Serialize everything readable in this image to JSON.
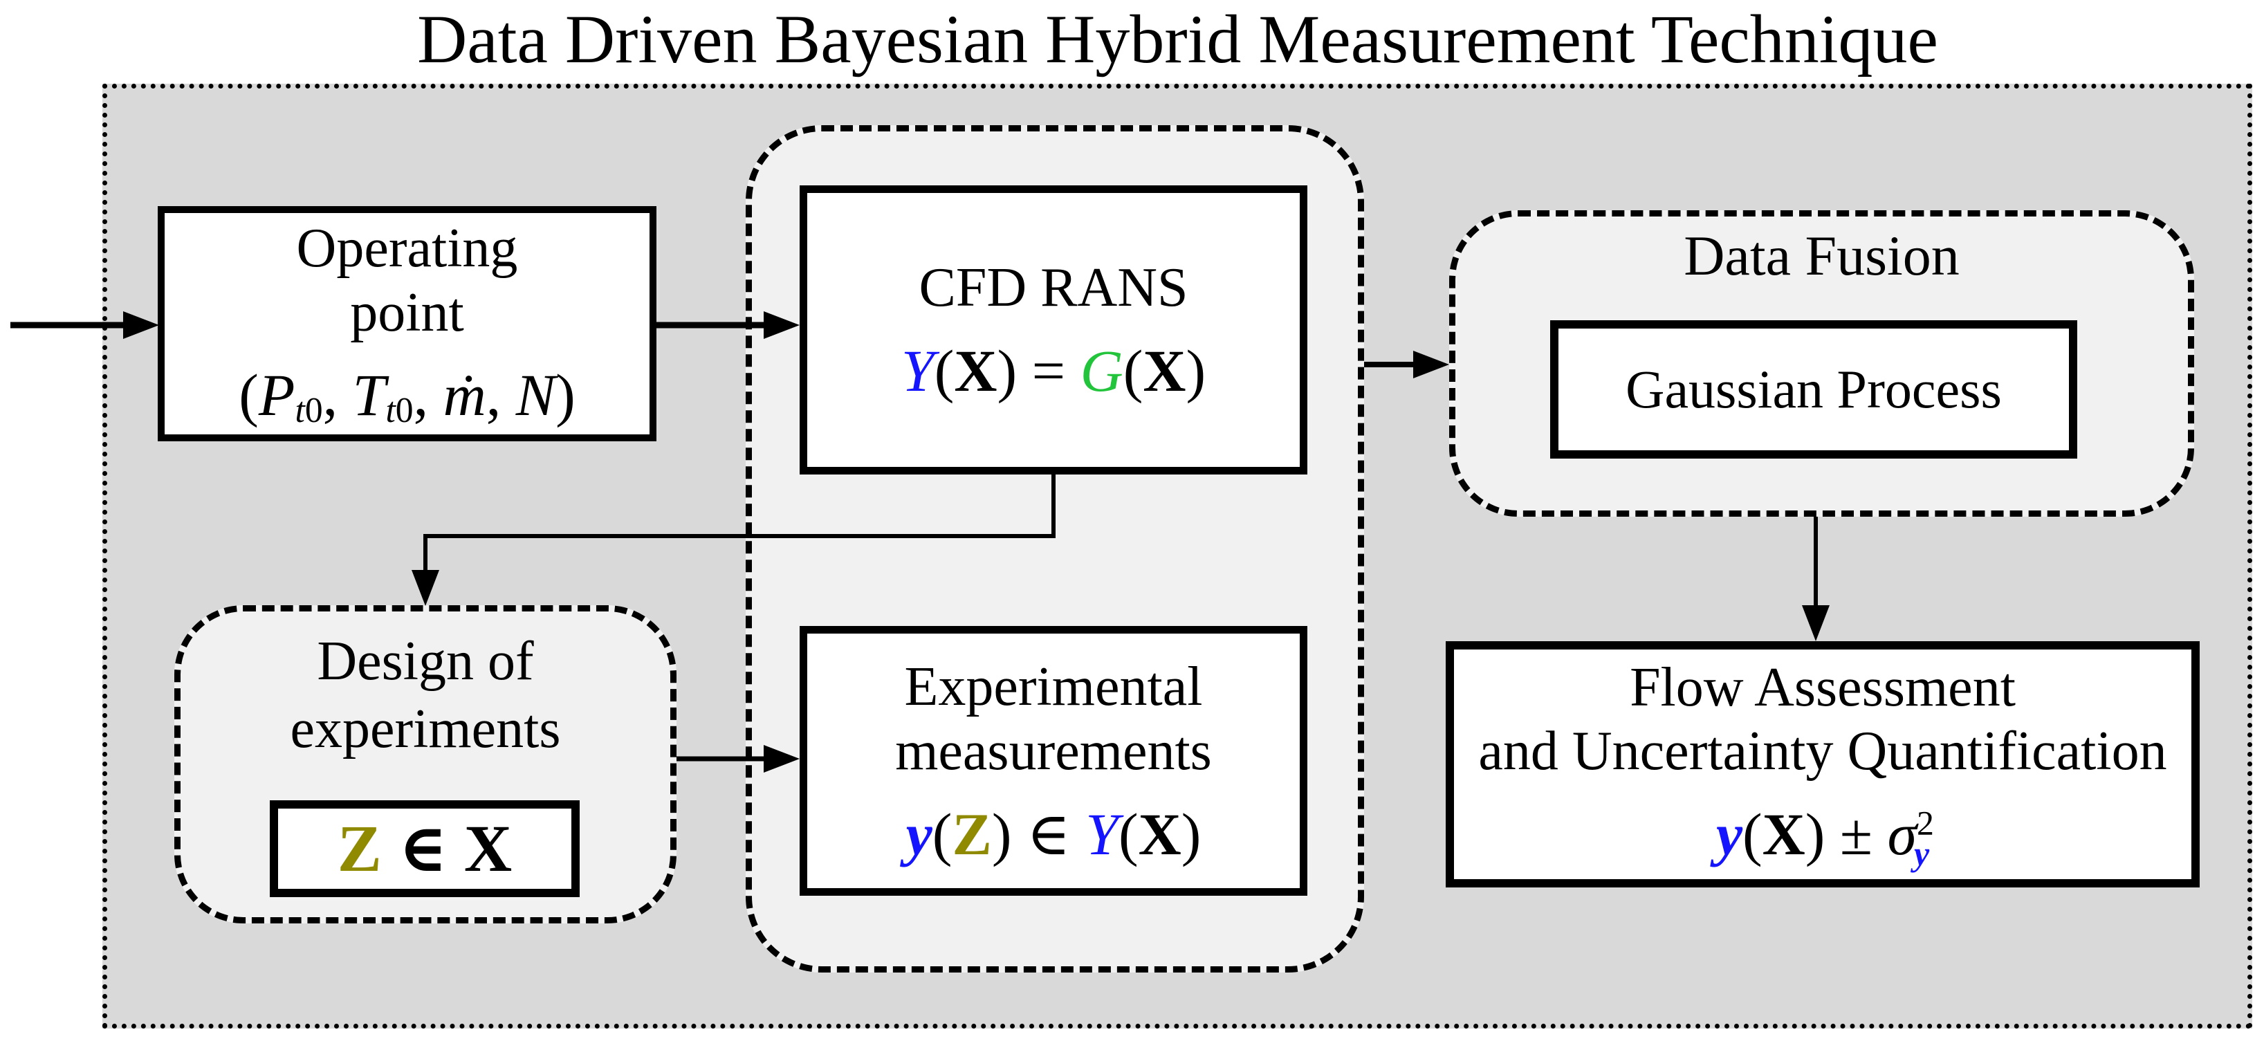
{
  "title": "Data Driven Bayesian Hybrid Measurement Technique",
  "colors": {
    "blue": "#1414ff",
    "green": "#22c43b",
    "olive": "#8f8a00",
    "outer_background": "#d9d9d9",
    "container_background": "#f1f1f1",
    "line_color": "#000000"
  },
  "nodes": {
    "operating_point": {
      "line1": "Operating",
      "line2": "point",
      "formula": [
        {
          "t": "("
        },
        {
          "t": "P",
          "c": "it"
        },
        {
          "t": "t",
          "c": "sub"
        },
        {
          "t": "0",
          "c": "sub-n"
        },
        {
          "t": ", "
        },
        {
          "t": "T",
          "c": "it"
        },
        {
          "t": "t",
          "c": "sub"
        },
        {
          "t": "0",
          "c": "sub-n"
        },
        {
          "t": ", "
        },
        {
          "t": "ṁ",
          "c": "it"
        },
        {
          "t": ", "
        },
        {
          "t": "N",
          "c": "it"
        },
        {
          "t": ")"
        }
      ]
    },
    "cfd": {
      "title": "CFD RANS",
      "formula": [
        {
          "t": "Y",
          "c": "it-blue"
        },
        {
          "t": "("
        },
        {
          "t": "X",
          "c": "b"
        },
        {
          "t": ") = "
        },
        {
          "t": "G",
          "c": "script-green"
        },
        {
          "t": "("
        },
        {
          "t": "X",
          "c": "b"
        },
        {
          "t": ")"
        }
      ]
    },
    "design_of_experiments": {
      "line1": "Design of",
      "line2": "experiments",
      "formula": [
        {
          "t": "Z",
          "c": "b-olive"
        },
        {
          "t": " ∈ "
        },
        {
          "t": "X",
          "c": "b"
        }
      ]
    },
    "experimental": {
      "line1": "Experimental",
      "line2": "measurements",
      "formula": [
        {
          "t": "y",
          "c": "bi-blue"
        },
        {
          "t": "("
        },
        {
          "t": "Z",
          "c": "b-olive"
        },
        {
          "t": ") ∈ "
        },
        {
          "t": "Y",
          "c": "it-blue"
        },
        {
          "t": "("
        },
        {
          "t": "X",
          "c": "b"
        },
        {
          "t": ")"
        }
      ]
    },
    "data_fusion": {
      "title": "Data Fusion",
      "box_label": "Gaussian Process"
    },
    "flow_assessment": {
      "line1": "Flow Assessment",
      "line2": "and Uncertainty Quantification",
      "formula": [
        {
          "t": "y",
          "c": "bi-blue"
        },
        {
          "t": "("
        },
        {
          "t": "X",
          "c": "b"
        },
        {
          "t": ") ± "
        },
        {
          "t": "σ",
          "c": "it"
        }
      ],
      "sigma_sup": "2",
      "sigma_sub": "y"
    }
  }
}
